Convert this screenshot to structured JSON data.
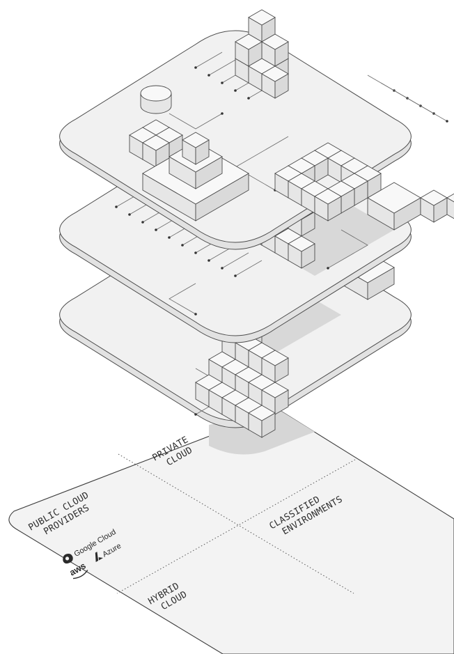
{
  "base": {
    "quadrants": {
      "private": [
        "PRIVATE",
        "CLOUD"
      ],
      "public": [
        "PUBLIC CLOUD",
        "PROVIDERS"
      ],
      "classified": [
        "CLASSIFIED",
        "ENVIRONMENTS"
      ],
      "hybrid": [
        "HYBRID",
        "CLOUD"
      ]
    },
    "logos": {
      "google": "Google Cloud",
      "aws": "aws",
      "azure": "Azure"
    }
  },
  "colors": {
    "plate": "#f1f1f1",
    "top": "#f8f8f8",
    "left": "#e6e6e6",
    "right": "#dadada",
    "stroke": "#4a4a4a",
    "shadow": "#d2d2d2"
  }
}
